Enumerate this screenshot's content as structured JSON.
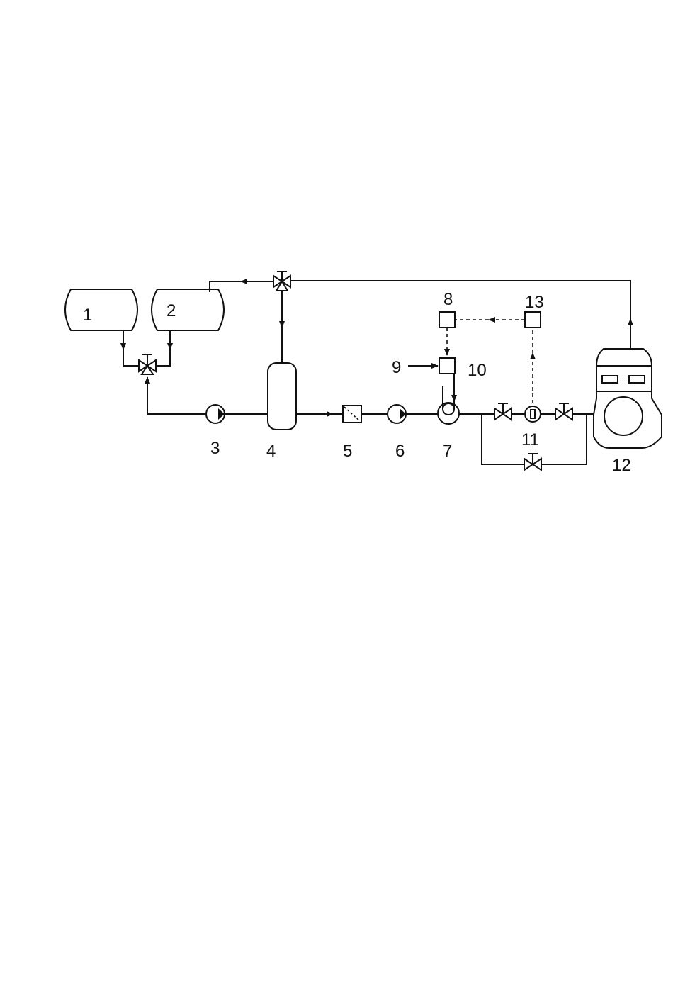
{
  "labels": {
    "n1": "1",
    "n2": "2",
    "n3": "3",
    "n4": "4",
    "n5": "5",
    "n6": "6",
    "n7": "7",
    "n8": "8",
    "n9": "9",
    "n10": "10",
    "n11": "11",
    "n12": "12",
    "n13": "13"
  },
  "colors": {
    "ink": "#111111",
    "paper": "#ffffff"
  }
}
